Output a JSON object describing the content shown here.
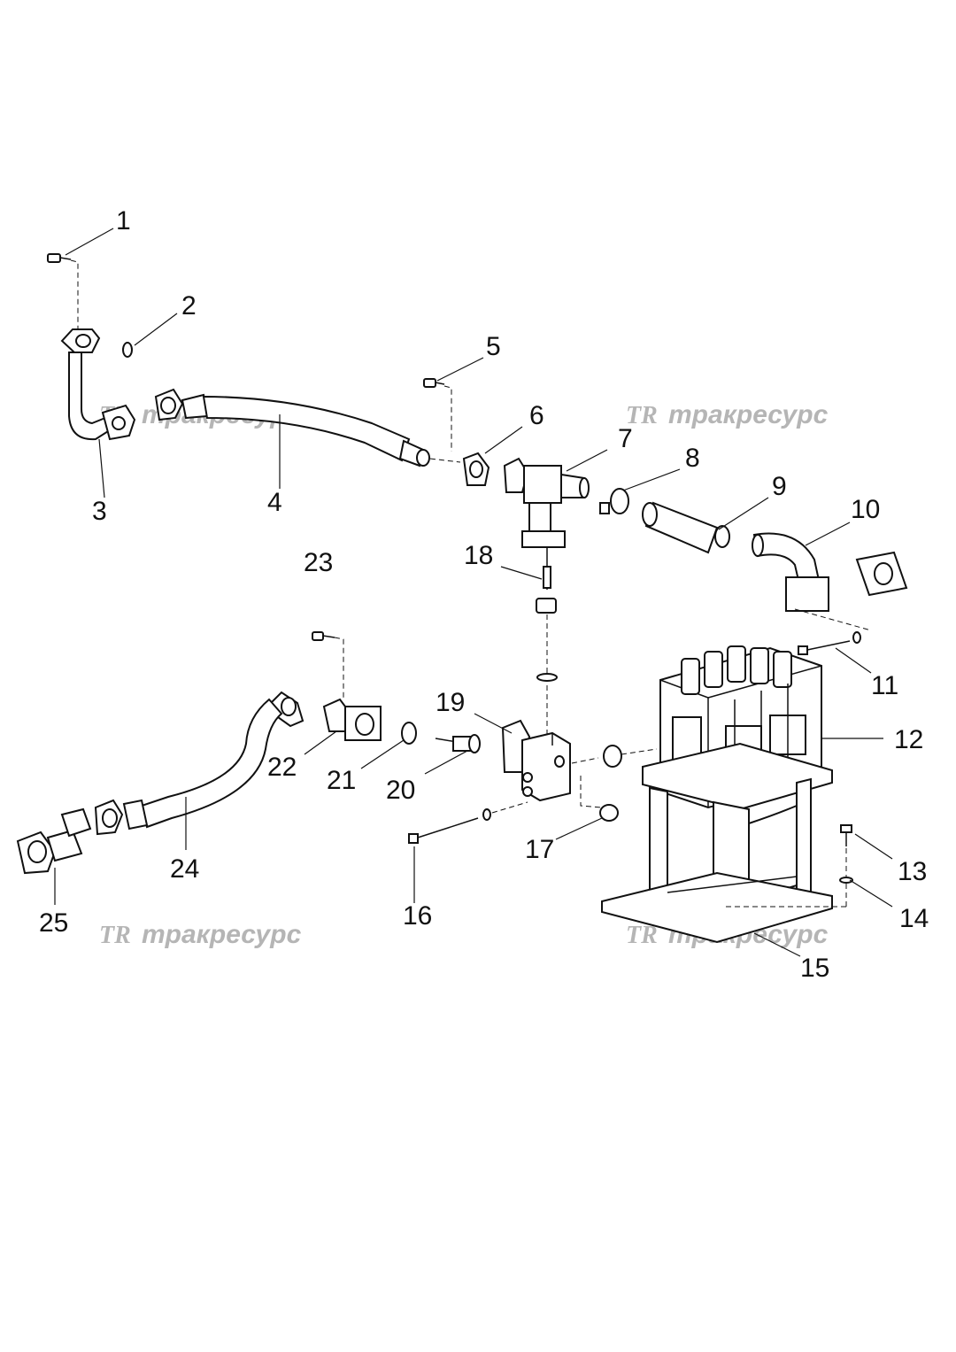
{
  "watermark": {
    "logo": "TR",
    "text": "тракресурс",
    "color": "#b5b5b5"
  },
  "callouts": [
    {
      "id": "1",
      "label": "1"
    },
    {
      "id": "2",
      "label": "2"
    },
    {
      "id": "3",
      "label": "3"
    },
    {
      "id": "4",
      "label": "4"
    },
    {
      "id": "5",
      "label": "5"
    },
    {
      "id": "6",
      "label": "6"
    },
    {
      "id": "7",
      "label": "7"
    },
    {
      "id": "8",
      "label": "8"
    },
    {
      "id": "9",
      "label": "9"
    },
    {
      "id": "10",
      "label": "10"
    },
    {
      "id": "11",
      "label": "11"
    },
    {
      "id": "12",
      "label": "12"
    },
    {
      "id": "13",
      "label": "13"
    },
    {
      "id": "14",
      "label": "14"
    },
    {
      "id": "15",
      "label": "15"
    },
    {
      "id": "16",
      "label": "16"
    },
    {
      "id": "17",
      "label": "17"
    },
    {
      "id": "18",
      "label": "18"
    },
    {
      "id": "19",
      "label": "19"
    },
    {
      "id": "20",
      "label": "20"
    },
    {
      "id": "21",
      "label": "21"
    },
    {
      "id": "22",
      "label": "22"
    },
    {
      "id": "23",
      "label": "23"
    },
    {
      "id": "24",
      "label": "24"
    },
    {
      "id": "25",
      "label": "25"
    }
  ]
}
